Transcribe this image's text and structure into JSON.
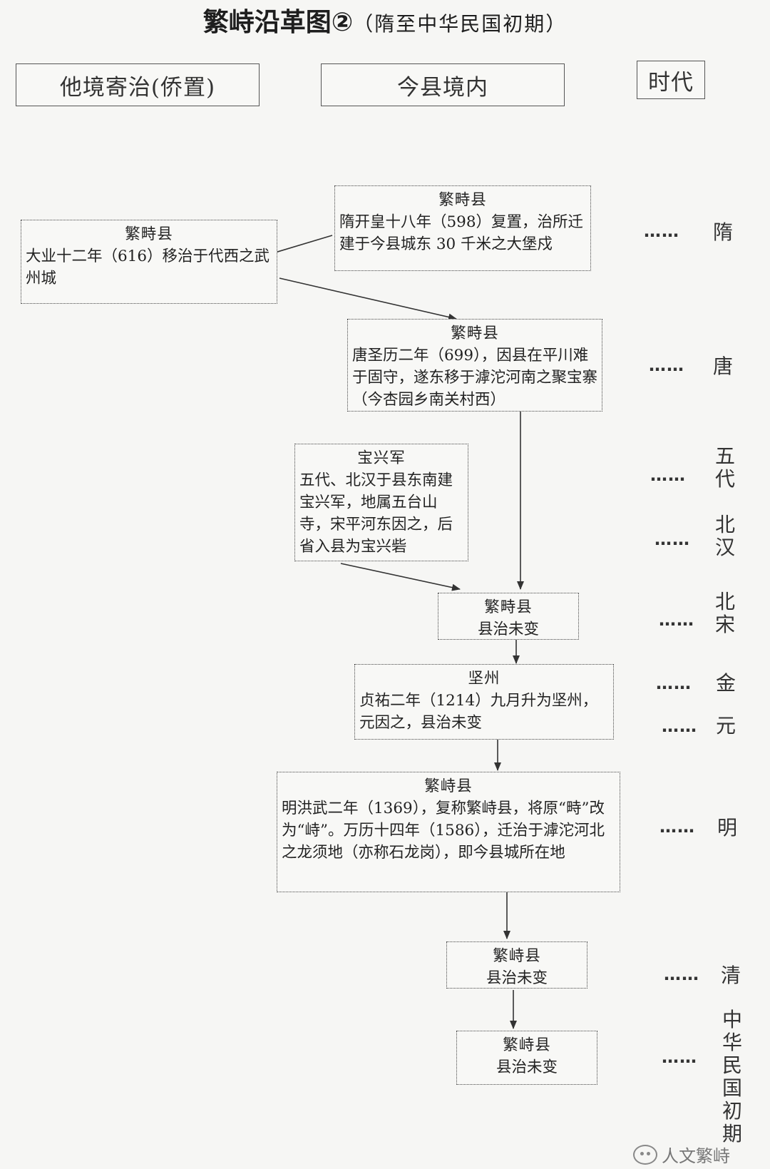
{
  "title": {
    "main": "繁峙沿革图②",
    "sub": "（隋至中华民国初期）"
  },
  "headers": {
    "left": "他境寄治(侨置)",
    "middle": "今县境内",
    "right": "时代"
  },
  "nodes": {
    "sui": {
      "name": "繁畤县",
      "body": "隋开皇十八年（598）复置，治所迁建于今县城东 30 千米之大堡戍"
    },
    "sui_qiao": {
      "name": "繁畤县",
      "body": "大业十二年（616）移治于代西之武州城"
    },
    "tang": {
      "name": "繁畤县",
      "body": "唐圣历二年（699），因县在平川难于固守，遂东移于滹沱河南之聚宝寨（今杏园乡南关村西）"
    },
    "baoxing": {
      "name": "宝兴军",
      "body": "五代、北汉于县东南建宝兴军，地属五台山寺，宋平河东因之，后省入县为宝兴砦"
    },
    "song": {
      "name": "繁畤县",
      "body": "县治未变"
    },
    "jian": {
      "name": "坚州",
      "body": "贞祐二年（1214）九月升为坚州，元因之，县治未变"
    },
    "ming": {
      "name": "繁峙县",
      "body": "明洪武二年（1369），复称繁峙县，将原“畤”改为“峙”。万历十四年（1586），迁治于滹沱河北之龙须地（亦称石龙岗），即今县城所在地"
    },
    "qing": {
      "name": "繁峙县",
      "body": "县治未变"
    },
    "minguo": {
      "name": "繁峙县",
      "body": "县治未变"
    }
  },
  "leader": "……",
  "eras": {
    "sui": "隋",
    "tang": "唐",
    "wudai": "五代",
    "beihan": "北汉",
    "beisong": "北宋",
    "jin": "金",
    "yuan": "元",
    "ming": "明",
    "qing": "清",
    "minguo": "中华民国初期"
  },
  "watermark": "人文繁峙"
}
